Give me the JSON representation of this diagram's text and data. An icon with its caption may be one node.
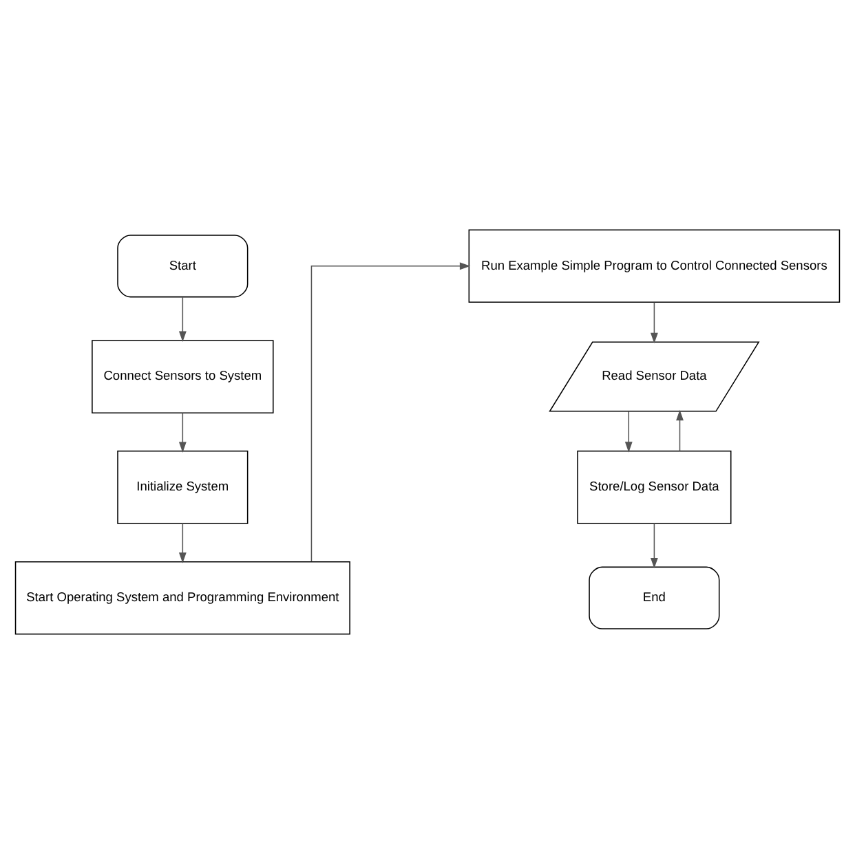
{
  "diagram": {
    "nodes": [
      {
        "text": [
          "Start"
        ]
      },
      {
        "text": [
          "Connect Sensors to System"
        ]
      },
      {
        "text": [
          "Initialize System"
        ]
      },
      {
        "text": [
          "Start Operating System and Programming Environment"
        ]
      },
      {
        "text": [
          "Run Example Simple Program to Control Connected Sensors"
        ]
      },
      {
        "text": [
          "Read Sensor Data"
        ]
      },
      {
        "text": [
          "Store/Log Sensor Data"
        ]
      },
      {
        "text": [
          "End"
        ]
      }
    ],
    "edges": [
      {
        "from": 0,
        "to": 1,
        "arrow": "to"
      },
      {
        "from": 1,
        "to": 2,
        "arrow": "to"
      },
      {
        "from": 2,
        "to": 3,
        "arrow": "to"
      },
      {
        "from": 3,
        "to": 4,
        "arrow": "to"
      },
      {
        "from": 4,
        "to": 5,
        "arrow": "to"
      },
      {
        "from": 5,
        "to": 6,
        "arrow": "to"
      },
      {
        "from": 6,
        "to": 7,
        "arrow": "to"
      },
      {
        "from": 6,
        "to": 5,
        "arrow": "to"
      }
    ]
  }
}
